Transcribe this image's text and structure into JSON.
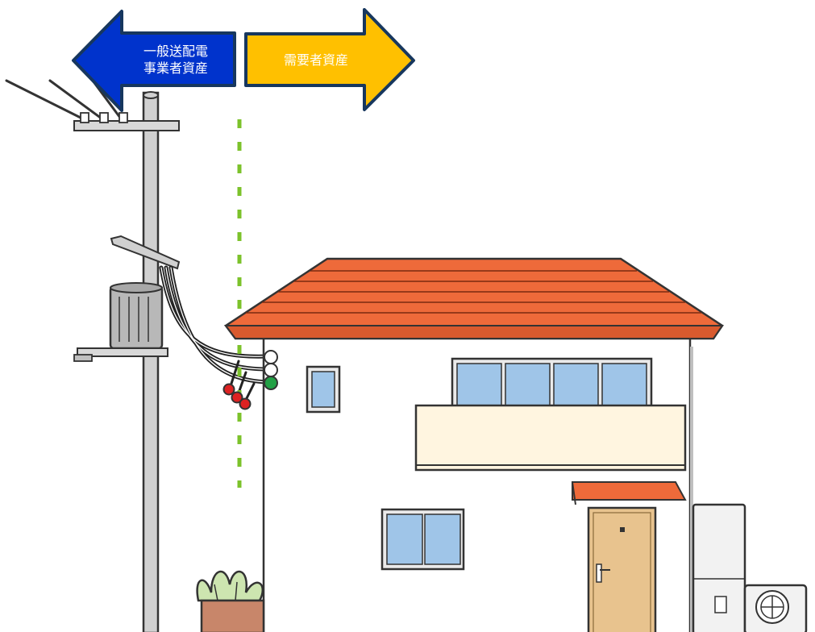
{
  "labels": {
    "left_line1": "一般送配電",
    "left_line2": "事業者資産",
    "right": "需要者資産"
  },
  "colors": {
    "left_arrow": "#0033CC",
    "right_arrow": "#FFC000",
    "arrow_outline": "#17375E",
    "boundary_line": "#7CC22B",
    "roof": "#EE6A3A",
    "wall": "#FFFFFF",
    "window": "#9FC5E8",
    "balcony": "#FFF5E0",
    "door": "#E8C38E",
    "awning": "#EE6A3A",
    "pole": "#C8C8C8"
  }
}
